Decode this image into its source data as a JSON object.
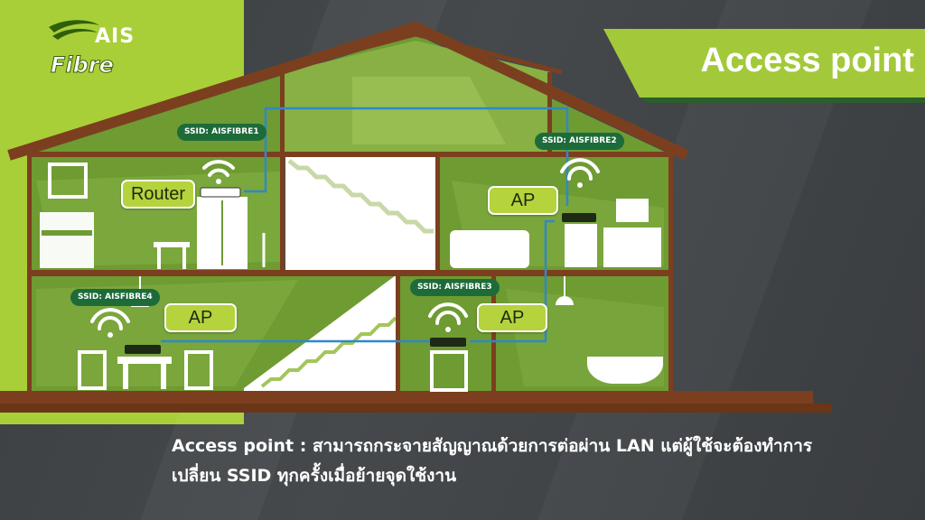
{
  "brand": {
    "name": "AIS",
    "product": "Fibre"
  },
  "title": "Access point",
  "labels": {
    "router": "Router",
    "ap_upper": "AP",
    "ap_lower_left": "AP",
    "ap_lower_right": "AP"
  },
  "ssids": {
    "ssid1": "SSID: AISFIBRE1",
    "ssid2": "SSID: AISFIBRE2",
    "ssid3": "SSID: AISFIBRE3",
    "ssid4": "SSID: AISFIBRE4"
  },
  "caption": {
    "line1": "Access point : สามารถกระจายสัญญาณด้วยการต่อผ่าน LAN  แต่ผู้ใช้จะต้องทำการ",
    "line2": "เปลี่ยน SSID ทุกครั้งเมื่อย้ายจุดใช้งาน"
  },
  "colors": {
    "brand_green": "#a9cf38",
    "wall_green": "#6e9b32",
    "house_brown": "#7b3f1f",
    "cable_blue": "#2f88c9",
    "ssid_badge": "#1e6b3a",
    "background": "#3c3f42"
  }
}
